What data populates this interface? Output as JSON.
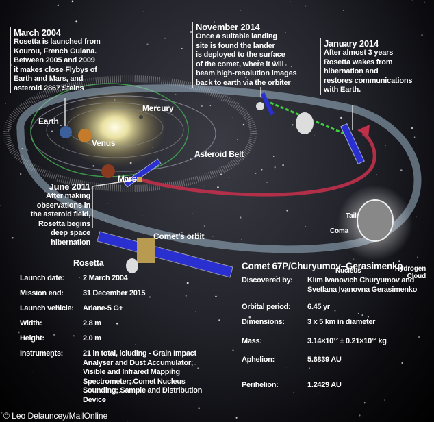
{
  "callouts": {
    "march_2004": {
      "title": "March 2004",
      "lines": [
        "Rosetta is launched from",
        "Kourou, French Guiana.",
        "Between 2005 and 2009",
        "it makes close Flybys of",
        "Earth and Mars, and",
        "asteroid 2867 Steins"
      ]
    },
    "november_2014": {
      "title": "November 2014",
      "lines": [
        "Once a suitable landing",
        "site is found the lander",
        "is deployed to the surface",
        "of the comet, where it will",
        "beam high-resolution images",
        "back to earth via the orbiter"
      ]
    },
    "january_2014": {
      "title": "January 2014",
      "lines": [
        "After almost 3 years",
        "Rosetta wakes from",
        "hibernation and",
        "restores communications",
        "with Earth."
      ]
    },
    "june_2011": {
      "title": "June 2011",
      "lines": [
        "After making",
        "observations in",
        "the asteroid field,",
        "Rosetta begins",
        "deep space",
        "hibernation"
      ]
    }
  },
  "labels": {
    "mercury": "Mercury",
    "earth": "Earth",
    "venus": "Venus",
    "mars": "Mars",
    "asteroid_belt": "Asteroid Belt",
    "comets_orbit": "Comet’s orbit",
    "tail": "Tail",
    "coma": "Coma",
    "nucleus": "Nucleus",
    "hydrogen_cloud": [
      "Hydrogen",
      "Cloud"
    ]
  },
  "rosetta": {
    "title": "Rosetta",
    "rows": [
      {
        "label": "Launch date:",
        "value": [
          "2 March 2004"
        ]
      },
      {
        "label": "Mission end:",
        "value": [
          "31 December 2015"
        ]
      },
      {
        "label": "Launch vehicle:",
        "value": [
          "Ariane-5 G+"
        ]
      },
      {
        "label": "Width:",
        "value": [
          "2.8 m"
        ]
      },
      {
        "label": "Height:",
        "value": [
          "2.0 m"
        ]
      },
      {
        "label": "Instruments:",
        "value": [
          "21 in total, icluding - Grain Impact",
          "Analyser and Dust Accumulator;",
          "Visible and Infrared Mapping",
          "Spectrometer; Comet Nucleus",
          "Sounding; Sample and Distribution",
          "Device"
        ]
      }
    ]
  },
  "comet": {
    "title": "Comet 67P/Churyumov–Gerasimenko",
    "rows": [
      {
        "label": "Discovered by:",
        "value": [
          "Klim Ivanovich Churyumov and",
          "Svetlana Ivanovna Gerasimenko"
        ]
      },
      {
        "label": "Orbital period:",
        "value": [
          "6.45 yr"
        ]
      },
      {
        "label": "Dimensions:",
        "value": [
          "3 x 5 km in diameter"
        ]
      },
      {
        "label": "Mass:",
        "value": [
          "3.14×10¹² ± 0.21×10¹² kg"
        ]
      },
      {
        "label": "Aphelion:",
        "value": [
          "5.6839 AU"
        ]
      },
      {
        "label": "Perihelion:",
        "value": [
          "1.2429 AU"
        ]
      }
    ]
  },
  "credit": "© Leo Delauncey/MailOnline",
  "colors": {
    "rosetta_path": "#c0304a",
    "earth_orbit": "#3fa34d",
    "comet_orbit": "#a9c4d8",
    "solar_panel": "#2a2fd0",
    "lander_link": "#3fcf3f"
  }
}
